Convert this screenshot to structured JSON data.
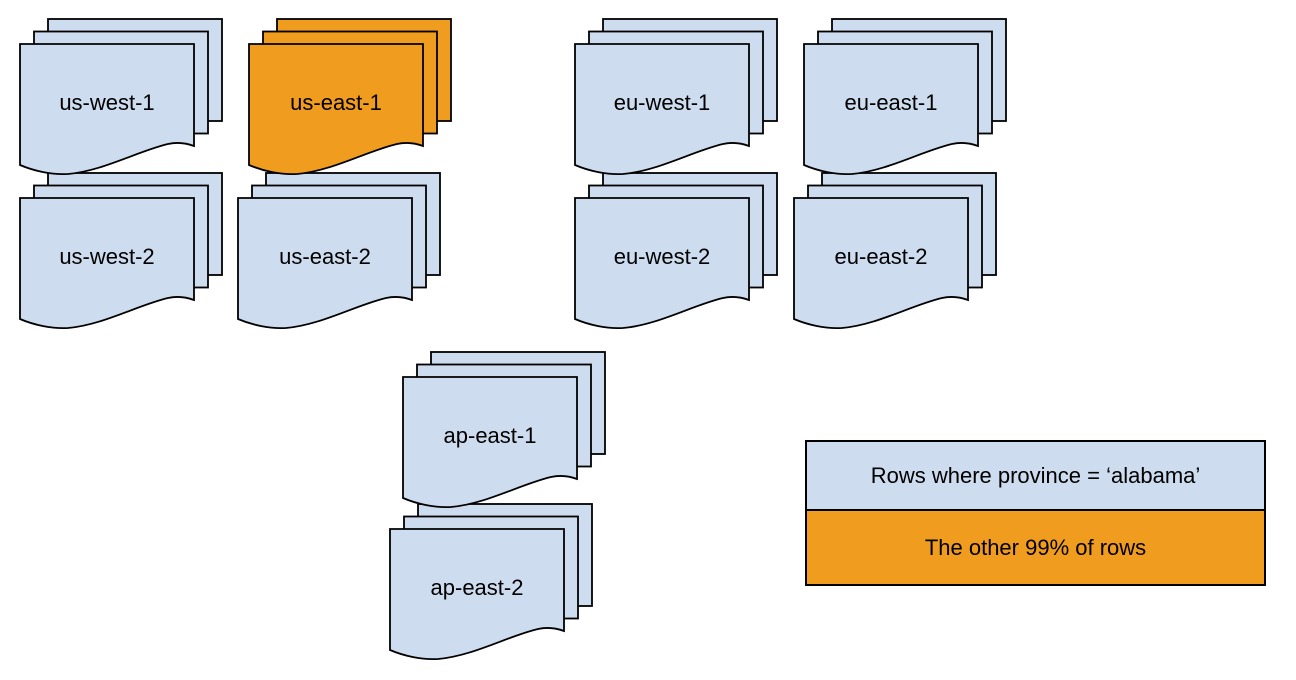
{
  "palette": {
    "page_blue": "#CEDCEF",
    "page_orange": "#F09C1E",
    "stroke": "#000000",
    "background": "#FFFFFF"
  },
  "stacks": [
    {
      "label": "us-west-1",
      "fill": "#CEDCEF"
    },
    {
      "label": "us-east-1",
      "fill": "#F09C1E"
    },
    {
      "label": "eu-west-1",
      "fill": "#CEDCEF"
    },
    {
      "label": "eu-east-1",
      "fill": "#CEDCEF"
    },
    {
      "label": "us-west-2",
      "fill": "#CEDCEF"
    },
    {
      "label": "us-east-2",
      "fill": "#CEDCEF"
    },
    {
      "label": "eu-west-2",
      "fill": "#CEDCEF"
    },
    {
      "label": "eu-east-2",
      "fill": "#CEDCEF"
    },
    {
      "label": "ap-east-1",
      "fill": "#CEDCEF"
    },
    {
      "label": "ap-east-2",
      "fill": "#CEDCEF"
    }
  ],
  "legend": {
    "items": [
      {
        "label": "Rows where province = ‘alabama’",
        "fill": "#CEDCEF"
      },
      {
        "label": "The other 99% of rows",
        "fill": "#F09C1E"
      }
    ]
  }
}
